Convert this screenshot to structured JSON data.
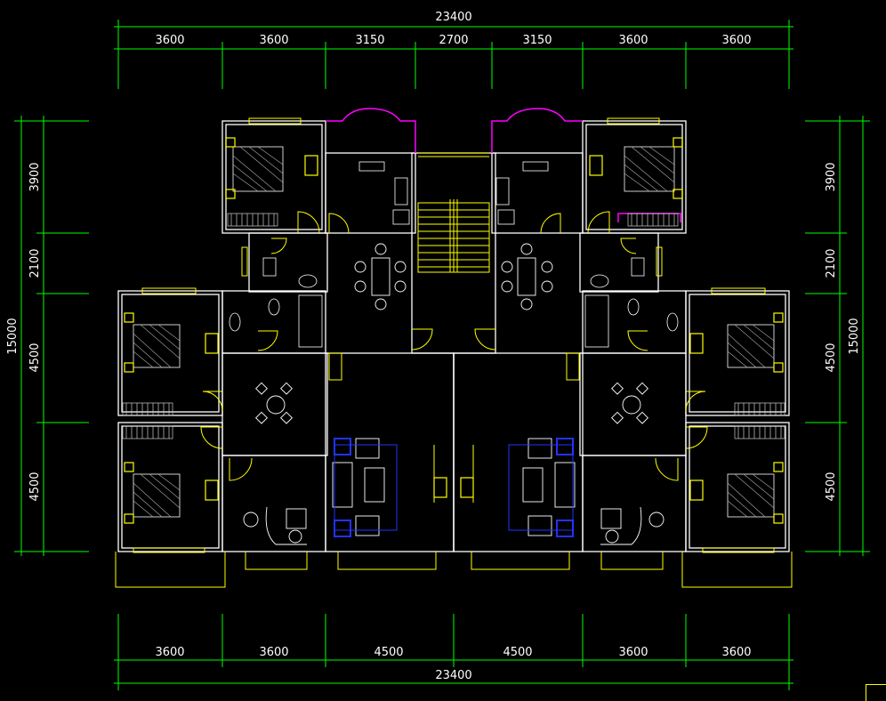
{
  "dimensions": {
    "top_total": "23400",
    "top_segments": [
      "3600",
      "3600",
      "3150",
      "2700",
      "3150",
      "3600",
      "3600"
    ],
    "bottom_total": "23400",
    "bottom_segments": [
      "3600",
      "3600",
      "4500",
      "4500",
      "3600",
      "3600"
    ],
    "left_total": "15000",
    "left_segments": [
      "3900",
      "2100",
      "4500",
      "4500"
    ],
    "right_total": "15000",
    "right_segments": [
      "3900",
      "2100",
      "4500",
      "4500"
    ]
  },
  "colors": {
    "background": "#000000",
    "dimension": "#00ff00",
    "wall": "#ffffff",
    "window": "#ffff00",
    "bay": "#ff00ff",
    "furniture_blue": "#2233ff"
  }
}
